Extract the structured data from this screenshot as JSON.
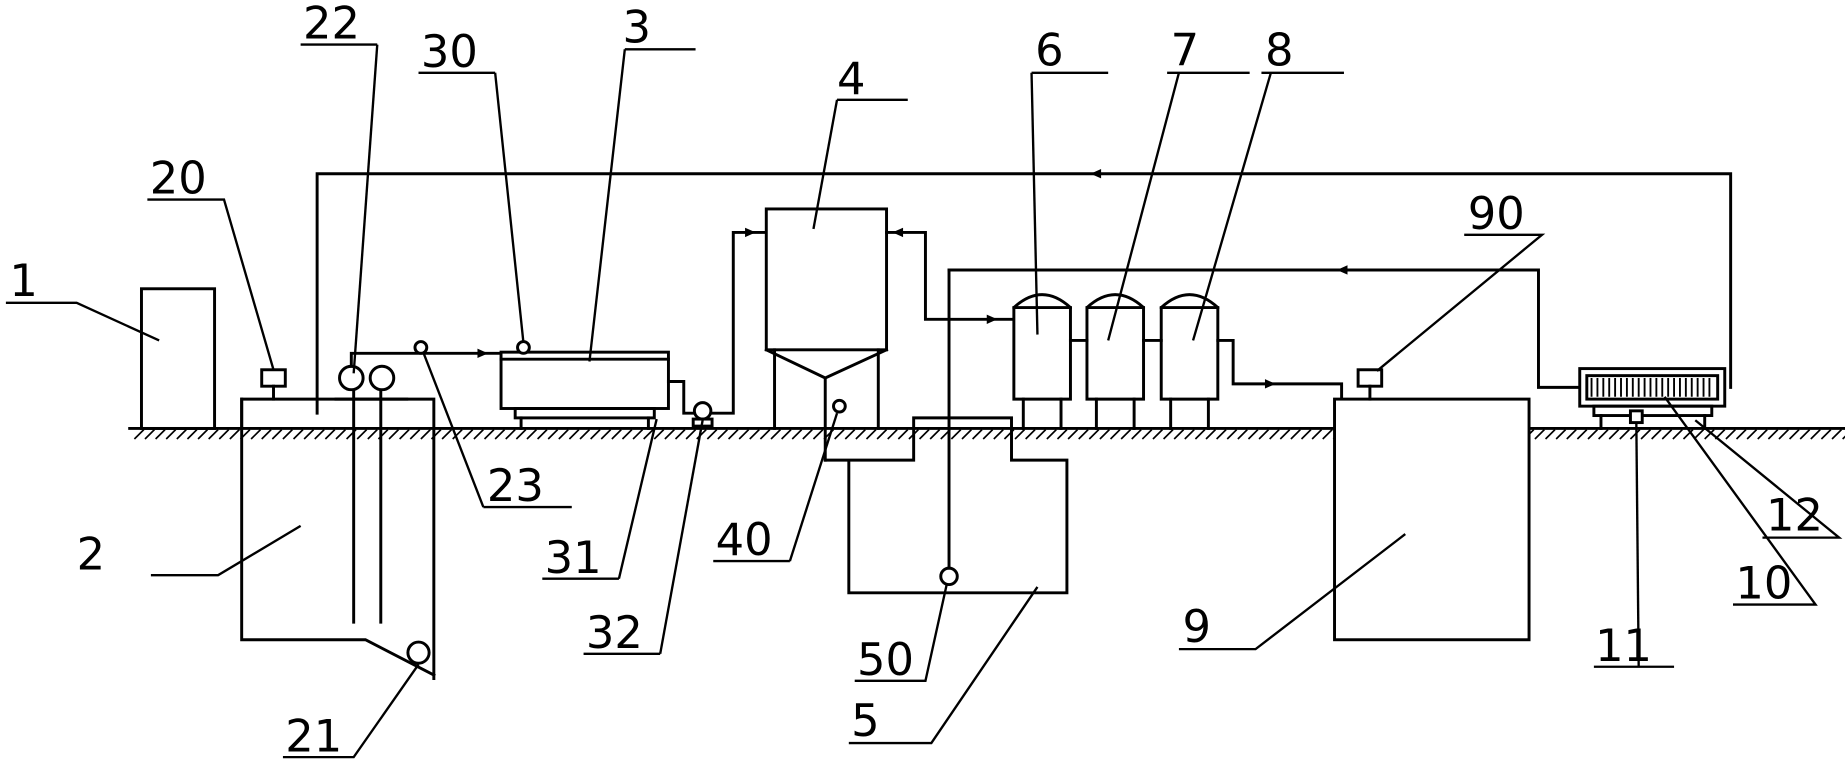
{
  "labels": {
    "n1": "1",
    "n2": "2",
    "n3": "3",
    "n4": "4",
    "n5": "5",
    "n6": "6",
    "n7": "7",
    "n8": "8",
    "n9": "9",
    "n10": "10",
    "n11": "11",
    "n12": "12",
    "n20": "20",
    "n21": "21",
    "n22": "22",
    "n23": "23",
    "n30": "30",
    "n31": "31",
    "n32": "32",
    "n40": "40",
    "n50": "50",
    "n90": "90"
  }
}
